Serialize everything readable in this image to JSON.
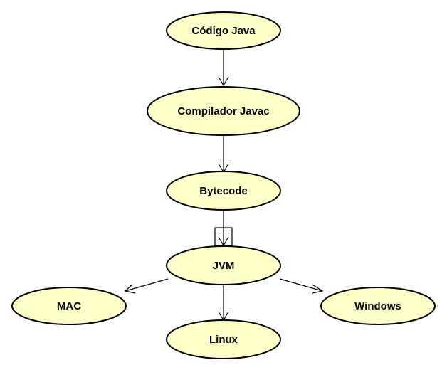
{
  "nodes": {
    "codigo_java": "Código Java",
    "compilador_javac": "Compilador Javac",
    "bytecode": "Bytecode",
    "jvm": "JVM",
    "mac": "MAC",
    "linux": "Linux",
    "windows": "Windows"
  },
  "colors": {
    "node_fill": "#ffffc8",
    "stroke": "#000000",
    "background": "#ffffff"
  }
}
